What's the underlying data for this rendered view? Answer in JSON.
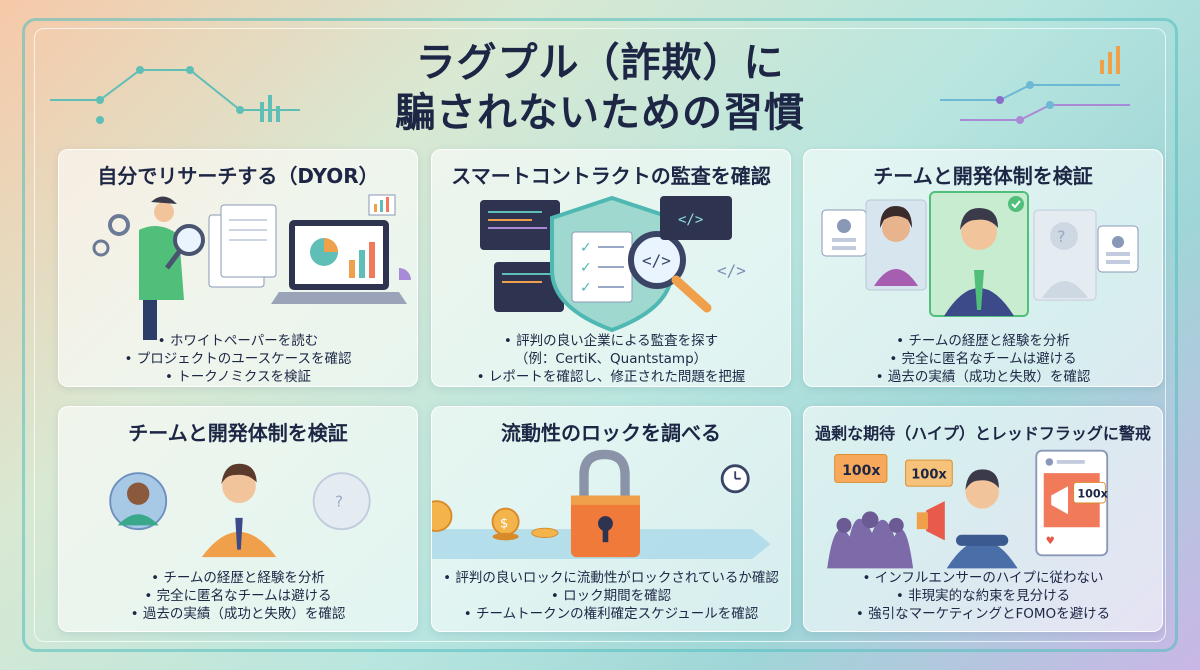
{
  "title": {
    "line1": "ラグプル（詐欺）に",
    "line2": "騙されないための習慣"
  },
  "panels": [
    {
      "title": "自分でリサーチする（DYOR）",
      "bullets": [
        "ホワイトペーパーを読む",
        "プロジェクトのユースケースを確認",
        "トークノミクスを検証"
      ]
    },
    {
      "title": "スマートコントラクトの監査を確認",
      "bullets": [
        "評判の良い企業による監査を探す",
        "（例：CertiK、Quantstamp）",
        "レポートを確認し、修正された問題を把握"
      ]
    },
    {
      "title": "チームと開発体制を検証",
      "bullets": [
        "チームの経歴と経験を分析",
        "完全に匿名なチームは避ける",
        "過去の実績（成功と失敗）を確認"
      ]
    },
    {
      "title": "チームと開発体制を検証",
      "bullets": [
        "チームの経歴と経験を分析",
        "完全に匿名なチームは避ける",
        "過去の実績（成功と失敗）を確認"
      ]
    },
    {
      "title": "流動性のロックを調べる",
      "bullets": [
        "評判の良いロックに流動性がロックされているか確認",
        "ロック期間を確認",
        "チームトークンの権利確定スケジュールを確認"
      ]
    },
    {
      "title": "過剰な期待（ハイプ）とレッドフラッグに警戒",
      "bullets": [
        "インフルエンサーのハイプに従わない",
        "非現実的な約束を見分ける",
        "強引なマーケティングとFOMOを避ける"
      ],
      "signs": [
        "100x",
        "100x",
        "100x"
      ]
    }
  ],
  "colors": {
    "accent_teal": "#4fb8b3",
    "accent_orange": "#f0a04b",
    "accent_purple": "#8a6cc9",
    "text_dark": "#1d2745"
  }
}
